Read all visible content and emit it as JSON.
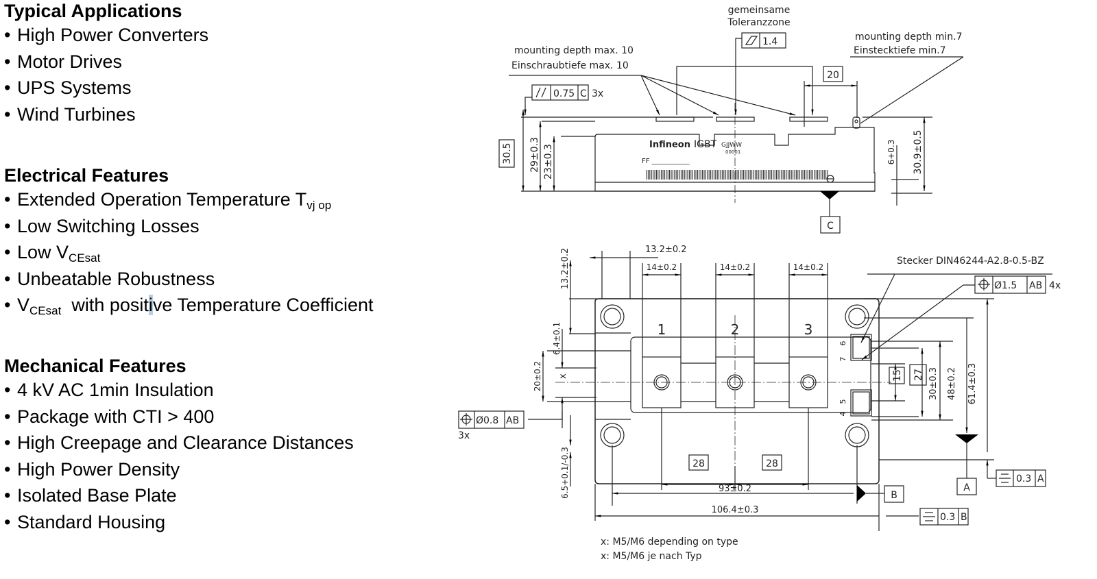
{
  "features": {
    "typical_applications": {
      "heading": "Typical Applications",
      "items": [
        "High Power Converters",
        "Motor Drives",
        "UPS Systems",
        "Wind Turbines"
      ]
    },
    "electrical_features": {
      "heading": "Electrical Features",
      "items": [
        {
          "text": "Extended Operation Temperature T",
          "sub": "vj op",
          "suffix": ""
        },
        {
          "text": "Low Switching Losses",
          "sub": "",
          "suffix": ""
        },
        {
          "text": "Low V",
          "sub": "CEsat",
          "suffix": ""
        },
        {
          "text": "Unbeatable Robustness",
          "sub": "",
          "suffix": ""
        },
        {
          "text": "V",
          "sub": "CEsat",
          "suffix": "  with positive Temperature Coefficient"
        }
      ]
    },
    "mechanical_features": {
      "heading": "Mechanical Features",
      "items": [
        "4 kV AC 1min Insulation",
        "Package with CTI > 400",
        "High Creepage and Clearance Distances",
        "High Power Density",
        "Isolated Base Plate",
        "Standard Housing"
      ]
    },
    "bullet": "•"
  },
  "drawing": {
    "side_view": {
      "common_tolerance_zone": [
        "gemeinsame",
        "Toleranzzone"
      ],
      "flatness_value": "1.4",
      "mounting_depth_max": [
        "mounting depth max. 10",
        "Einschraubtiefe max. 10"
      ],
      "mounting_depth_min": [
        "mounting depth min.7",
        "Einstecktiefe min.7"
      ],
      "parallelism": {
        "value": "0.75",
        "datum": "C",
        "count": "3x"
      },
      "dim_20": "20",
      "dim_30_5": "30.5",
      "dim_29": "29±0.3",
      "dim_23": "23±0.3",
      "dim_6": "6+0.3",
      "dim_30_9": "30.9±0.5",
      "datum_c": "C",
      "label_brand": "Infineon",
      "label_type": "IGBT",
      "label_code": "GJJWW",
      "label_serial": "00001",
      "label_ff": "FF ___________"
    },
    "top_view": {
      "dim_13_2_h": "13.2±0.2",
      "dim_13_2_v": "13.2±0.2",
      "dim_14": [
        "14±0.2",
        "14±0.2",
        "14±0.2"
      ],
      "terminals": [
        "1",
        "2",
        "3"
      ],
      "connector_label": "Stecker DIN46244-A2.8-0.5-BZ",
      "position_15": {
        "value": "Ø1.5",
        "datum": "AB",
        "count": "4x"
      },
      "position_08": {
        "value": "Ø0.8",
        "datum": "AB",
        "count": "3x"
      },
      "dim_6_4": "6.4±0.1",
      "dim_20": "20±0.2",
      "dim_x": "x",
      "aux_pins": [
        "6",
        "7",
        "5",
        "4"
      ],
      "dim_15": "15",
      "dim_27": "27",
      "dim_30": "30±0.3",
      "dim_48": "48±0.2",
      "dim_61_4": "61.4±0.3",
      "dim_6_5": "6.5+0.1/-0.3",
      "dim_28": [
        "28",
        "28"
      ],
      "dim_93": "93±0.2",
      "dim_106_4": "106.4±0.3",
      "datum_a": "A",
      "datum_b": "B",
      "symmetry_a": {
        "value": "0.3",
        "datum": "A"
      },
      "symmetry_b": {
        "value": "0.3",
        "datum": "B"
      },
      "note": [
        "x: M5/M6 depending on type",
        "x: M5/M6 je nach Typ"
      ]
    }
  }
}
